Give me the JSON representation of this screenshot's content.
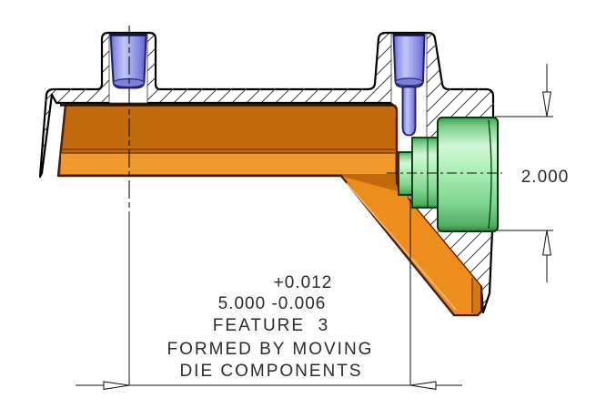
{
  "drawing": {
    "annotations": {
      "vertical_dim": "2.000",
      "tol_plus": "+0.012",
      "dim_with_tol_minus": "5.000 -0.006",
      "note_line1": "FEATURE  3",
      "note_line2": "FORMED BY MOVING",
      "note_line3": "DIE COMPONENTS"
    },
    "colors": {
      "background": "#ffffff",
      "line": "#111111",
      "part_orange_dark": "#c2690e",
      "part_orange_light": "#f0992c",
      "part_orange_wedge": "#ee8d1e",
      "orange_outline": "#4a1b03",
      "pin_blue": "#9ba0e8",
      "pin_outline": "#1d1d68",
      "insert_green": "#8ce29b",
      "green_outline": "#0a3512"
    }
  }
}
